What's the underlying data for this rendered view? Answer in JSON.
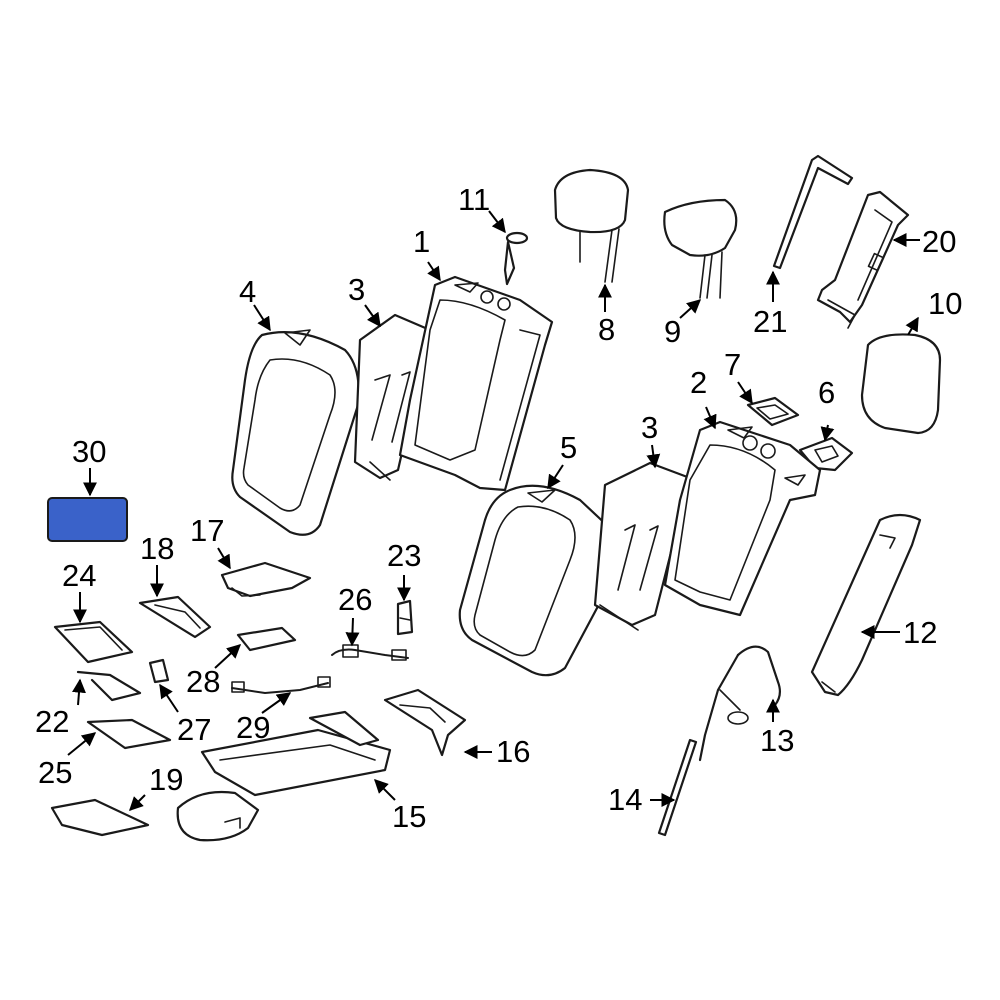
{
  "callouts": {
    "c1": "1",
    "c2": "2",
    "c3a": "3",
    "c3b": "3",
    "c4": "4",
    "c5": "5",
    "c6": "6",
    "c7": "7",
    "c8": "8",
    "c9": "9",
    "c10": "10",
    "c11": "11",
    "c12": "12",
    "c13": "13",
    "c14": "14",
    "c15": "15",
    "c16": "16",
    "c17": "17",
    "c18": "18",
    "c19": "19",
    "c20": "20",
    "c21": "21",
    "c22": "22",
    "c23": "23",
    "c24": "24",
    "c25": "25",
    "c26": "26",
    "c27": "27",
    "c28": "28",
    "c29": "29",
    "c30": "30"
  },
  "colors": {
    "highlight_fill": "#3A62C9",
    "highlight_stroke": "#1a1a1a",
    "line": "#1a1a1a",
    "background": "#ffffff"
  },
  "highlighted_part": "30"
}
